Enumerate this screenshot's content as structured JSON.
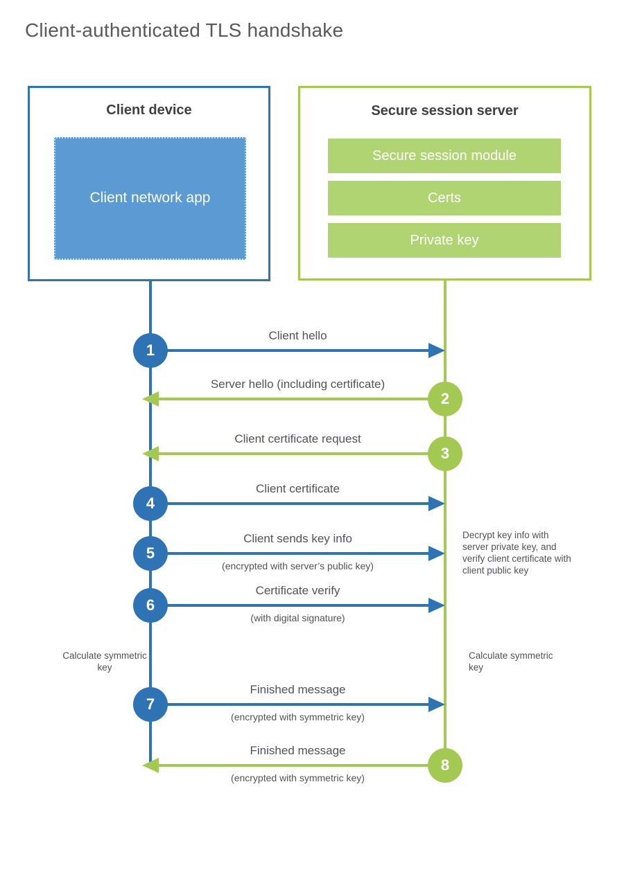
{
  "title": "Client-authenticated TLS handshake",
  "client": {
    "title": "Client device",
    "app_label": "Client network app"
  },
  "server": {
    "title": "Secure session server",
    "modules": [
      "Secure session module",
      "Certs",
      "Private key"
    ]
  },
  "messages": [
    {
      "num": "1",
      "label": "Client hello",
      "sublabel": "",
      "direction": "client-to-server"
    },
    {
      "num": "2",
      "label": "Server hello (including certificate)",
      "sublabel": "",
      "direction": "server-to-client"
    },
    {
      "num": "3",
      "label": "Client certificate request",
      "sublabel": "",
      "direction": "server-to-client"
    },
    {
      "num": "4",
      "label": "Client certificate",
      "sublabel": "",
      "direction": "client-to-server"
    },
    {
      "num": "5",
      "label": "Client sends key info",
      "sublabel": "(encrypted with server’s public key)",
      "direction": "client-to-server"
    },
    {
      "num": "6",
      "label": "Certificate verify",
      "sublabel": "(with digital signature)",
      "direction": "client-to-server"
    },
    {
      "num": "7",
      "label": "Finished message",
      "sublabel": "(encrypted with symmetric key)",
      "direction": "client-to-server"
    },
    {
      "num": "8",
      "label": "Finished message",
      "sublabel": "(encrypted with symmetric key)",
      "direction": "server-to-client"
    }
  ],
  "notes": {
    "decrypt": "Decrypt key info with server private key, and verify client certificate with client public key",
    "calc_left": "Calculate symmetric key",
    "calc_right": "Calculate symmetric key"
  },
  "colors": {
    "blue": "#2e74b5",
    "blue_fill": "#5b9ad3",
    "green": "#a4c952",
    "green_fill": "#b0d472",
    "text": "#515256",
    "heading": "#3f4043",
    "title": "#58595b"
  }
}
